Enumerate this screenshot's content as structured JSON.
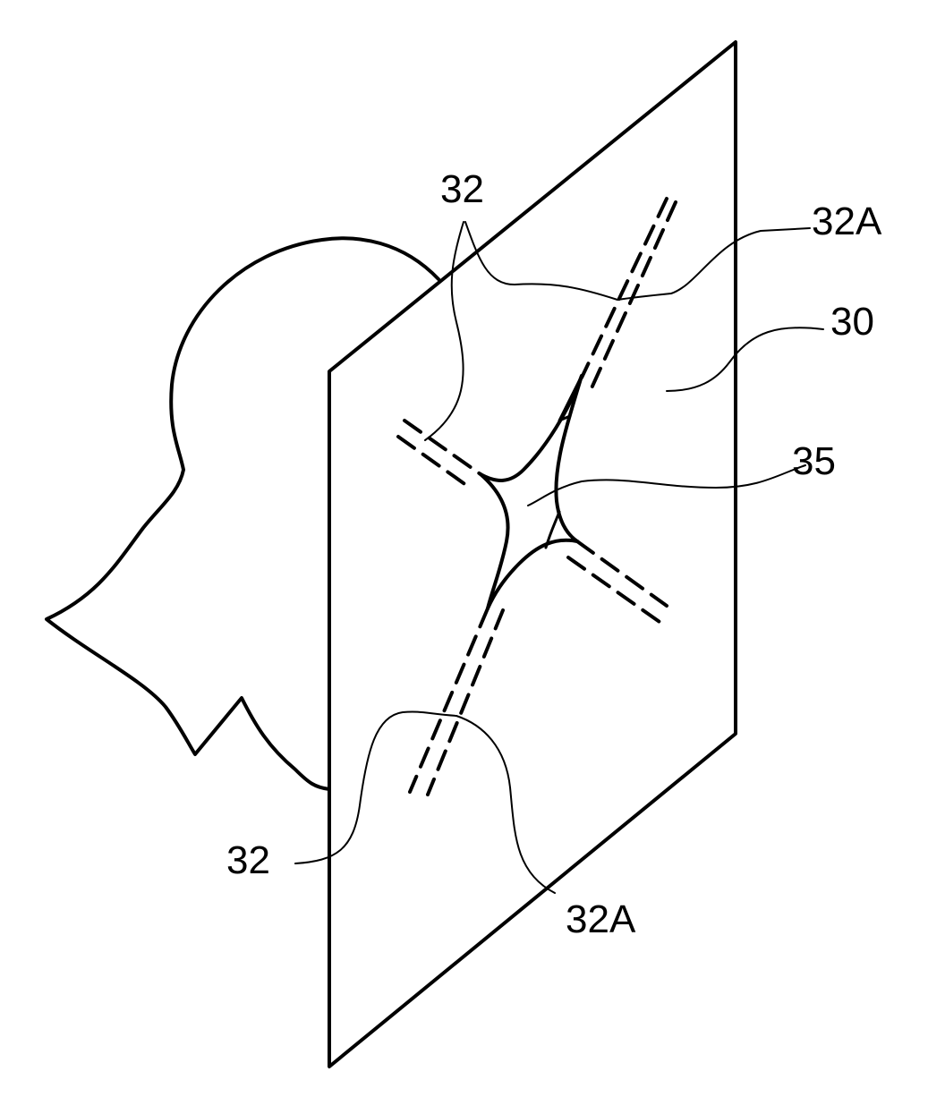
{
  "figure": {
    "labels": {
      "ref_32_top": "32",
      "ref_32a_top": "32A",
      "ref_30": "30",
      "ref_35": "35",
      "ref_32_bottom": "32",
      "ref_32a_bottom": "32A"
    },
    "colors": {
      "line": "#000000",
      "background": "#ffffff"
    }
  }
}
